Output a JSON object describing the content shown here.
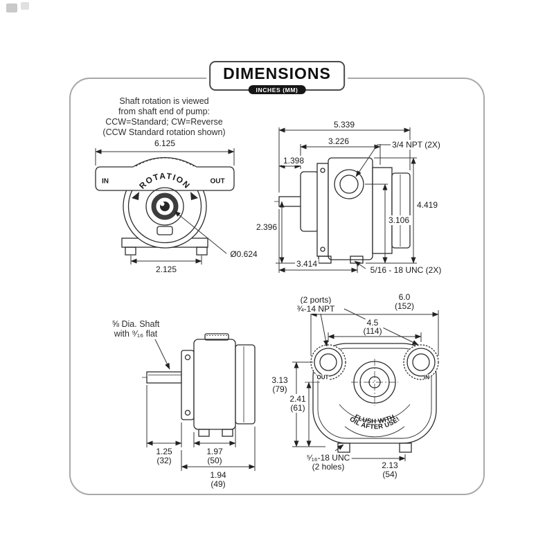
{
  "badge": {
    "title": "DIMENSIONS",
    "subtitle": "INCHES (MM)"
  },
  "front_view": {
    "note_line1": "Shaft rotation is viewed",
    "note_line2": "from shaft end of pump:",
    "note_line3": "CCW=Standard; CW=Reverse",
    "note_line4": "(CCW Standard rotation shown)",
    "dim_overall_width": "6.125",
    "label_in": "IN",
    "label_out": "OUT",
    "label_rotation": "ROTATION",
    "dim_foot_spacing": "2.125",
    "dim_shaft_diameter": "Ø0.624"
  },
  "side_view": {
    "dim_overall_length": "5.339",
    "dim_body_length": "3.226",
    "dim_shaft_extension": "1.398",
    "label_npt": "3/4 NPT (2X)",
    "dim_shaft_center_height": "2.396",
    "dim_overall_height": "4.419",
    "dim_port_center_height": "3.106",
    "dim_base_length": "3.414",
    "label_unc": "5/16 - 18 UNC (2X)"
  },
  "shaft_view": {
    "note_line1": "⅝ Dia. Shaft",
    "note_line2": "with ⁹⁄₁₆ flat",
    "dim_shaft_in": "1.25",
    "dim_shaft_mm": "(32)",
    "dim_body_in": "1.97",
    "dim_body_mm": "(50)",
    "dim_overall_in": "1.94",
    "dim_overall_mm": "(49)"
  },
  "port_view": {
    "note_ports_line1": "(2 ports)",
    "note_ports_line2": "¾-14 NPT",
    "dim_width_in": "6.0",
    "dim_width_mm": "(152)",
    "dim_port_spacing_in": "4.5",
    "dim_port_spacing_mm": "(114)",
    "dim_height_in": "3.13",
    "dim_height_mm": "(79)",
    "dim_center_in": "2.41",
    "dim_center_mm": "(61)",
    "label_out": "OUT",
    "label_in": "IN",
    "label_flush_line1": "FLUSH WITH",
    "label_flush_line2": "OIL AFTER USE!",
    "note_unc_line1": "⁵⁄₁₆-18 UNC",
    "note_unc_line2": "(2 holes)",
    "dim_foot_spacing_in": "2.13",
    "dim_foot_spacing_mm": "(54)"
  }
}
